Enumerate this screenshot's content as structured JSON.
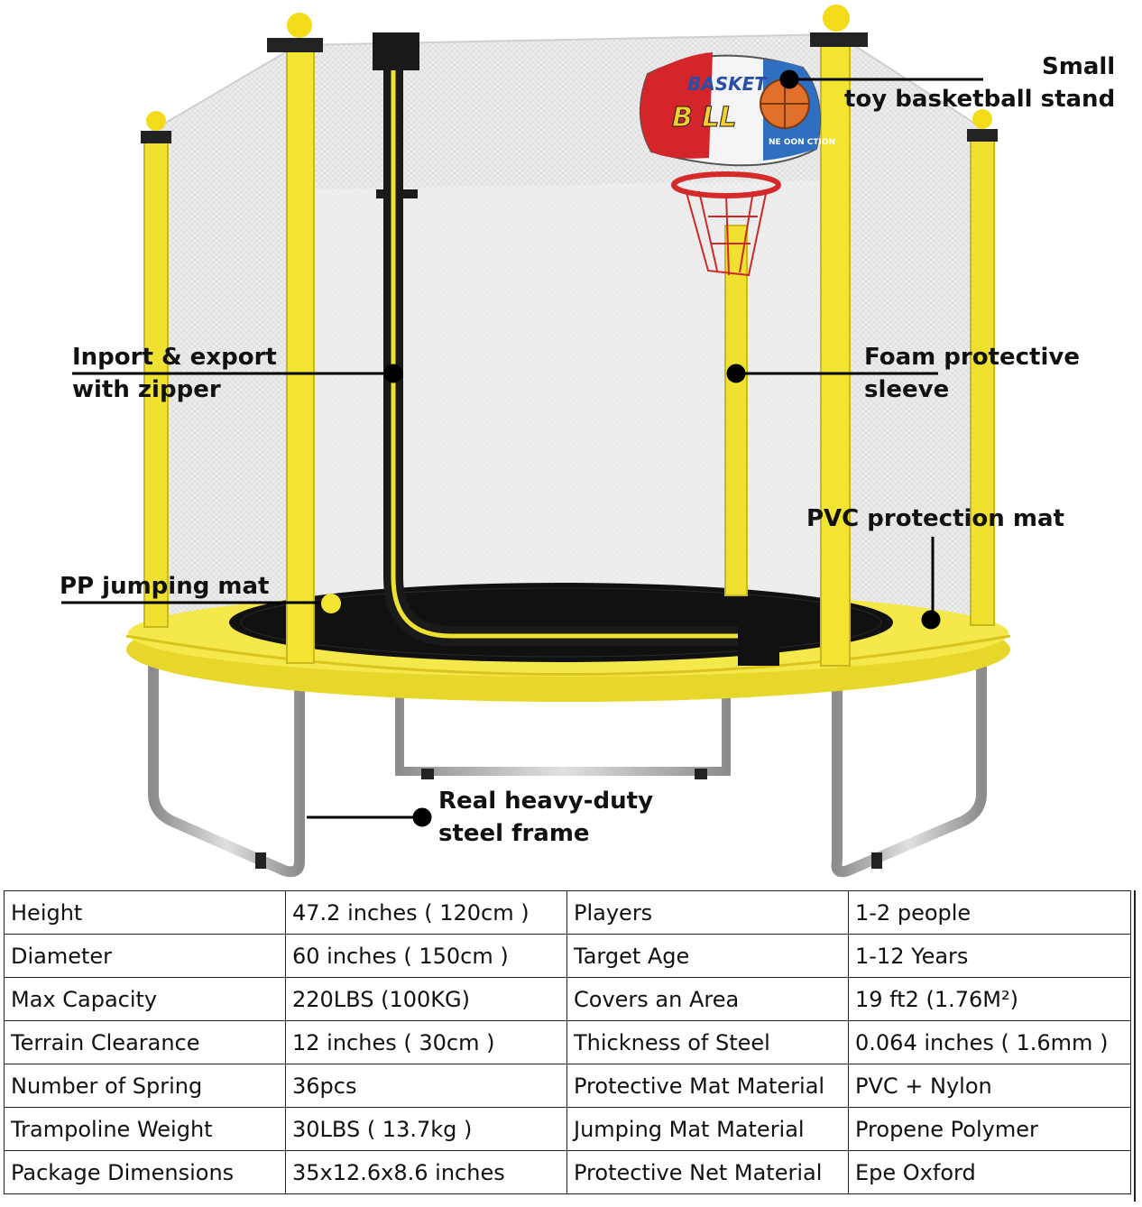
{
  "callouts": {
    "basketball_line1": "Small",
    "basketball_line2": "toy basketball stand",
    "zipper_line1": "Inport & export",
    "zipper_line2": "with zipper",
    "sleeve_line1": "Foam protective",
    "sleeve_line2": "sleeve",
    "pvc_mat": "PVC protection mat",
    "pp_mat": "PP jumping mat",
    "frame_line1": "Real heavy-duty",
    "frame_line2": "steel frame"
  },
  "board_text": {
    "basket": "BASKET",
    "ball": "B LL",
    "small": "NE OON CTION"
  },
  "specs": [
    {
      "label": "Height",
      "value": "47.2 inches ( 120cm )",
      "label2": "Players",
      "value2": "1-2 people"
    },
    {
      "label": "Diameter",
      "value": "60 inches ( 150cm )",
      "label2": "Target Age",
      "value2": "1-12 Years"
    },
    {
      "label": "Max Capacity",
      "value": "220LBS (100KG)",
      "label2": "Covers an Area",
      "value2": "19 ft2 (1.76M²)"
    },
    {
      "label": "Terrain Clearance",
      "value": "12 inches ( 30cm )",
      "label2": "Thickness of Steel",
      "value2": "0.064 inches ( 1.6mm )"
    },
    {
      "label": "Number of Spring",
      "value": "36pcs",
      "label2": "Protective Mat Material",
      "value2": "PVC + Nylon"
    },
    {
      "label": "Trampoline Weight",
      "value": "30LBS ( 13.7kg )",
      "label2": "Jumping Mat Material",
      "value2": "Propene Polymer"
    },
    {
      "label": "Package Dimensions",
      "value": "35x12.6x8.6 inches",
      "label2": "Protective Net Material",
      "value2": "Epe Oxford"
    }
  ],
  "colors": {
    "frame_yellow": "#f2e23a",
    "mat_black": "#111111",
    "net_gray": "#e9e9e9",
    "leg_gray": "#b9b9b9"
  }
}
